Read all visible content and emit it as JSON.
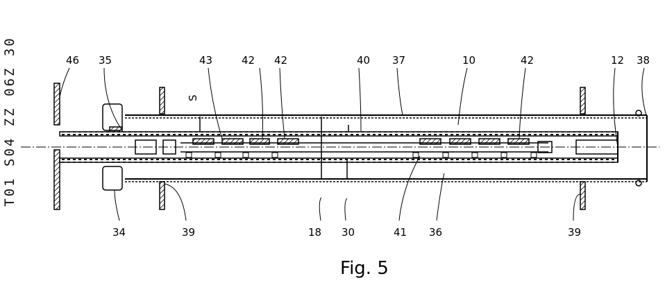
{
  "side_text": "T01 S04 ZZ 06Z 30",
  "figure": {
    "caption": "Fig. 5",
    "labels_top": [
      "46",
      "35",
      "S",
      "43",
      "42",
      "42",
      "40",
      "37",
      "10",
      "42",
      "12",
      "38"
    ],
    "labels_bottom": [
      "34",
      "39",
      "18",
      "30",
      "41",
      "36",
      "39"
    ]
  }
}
